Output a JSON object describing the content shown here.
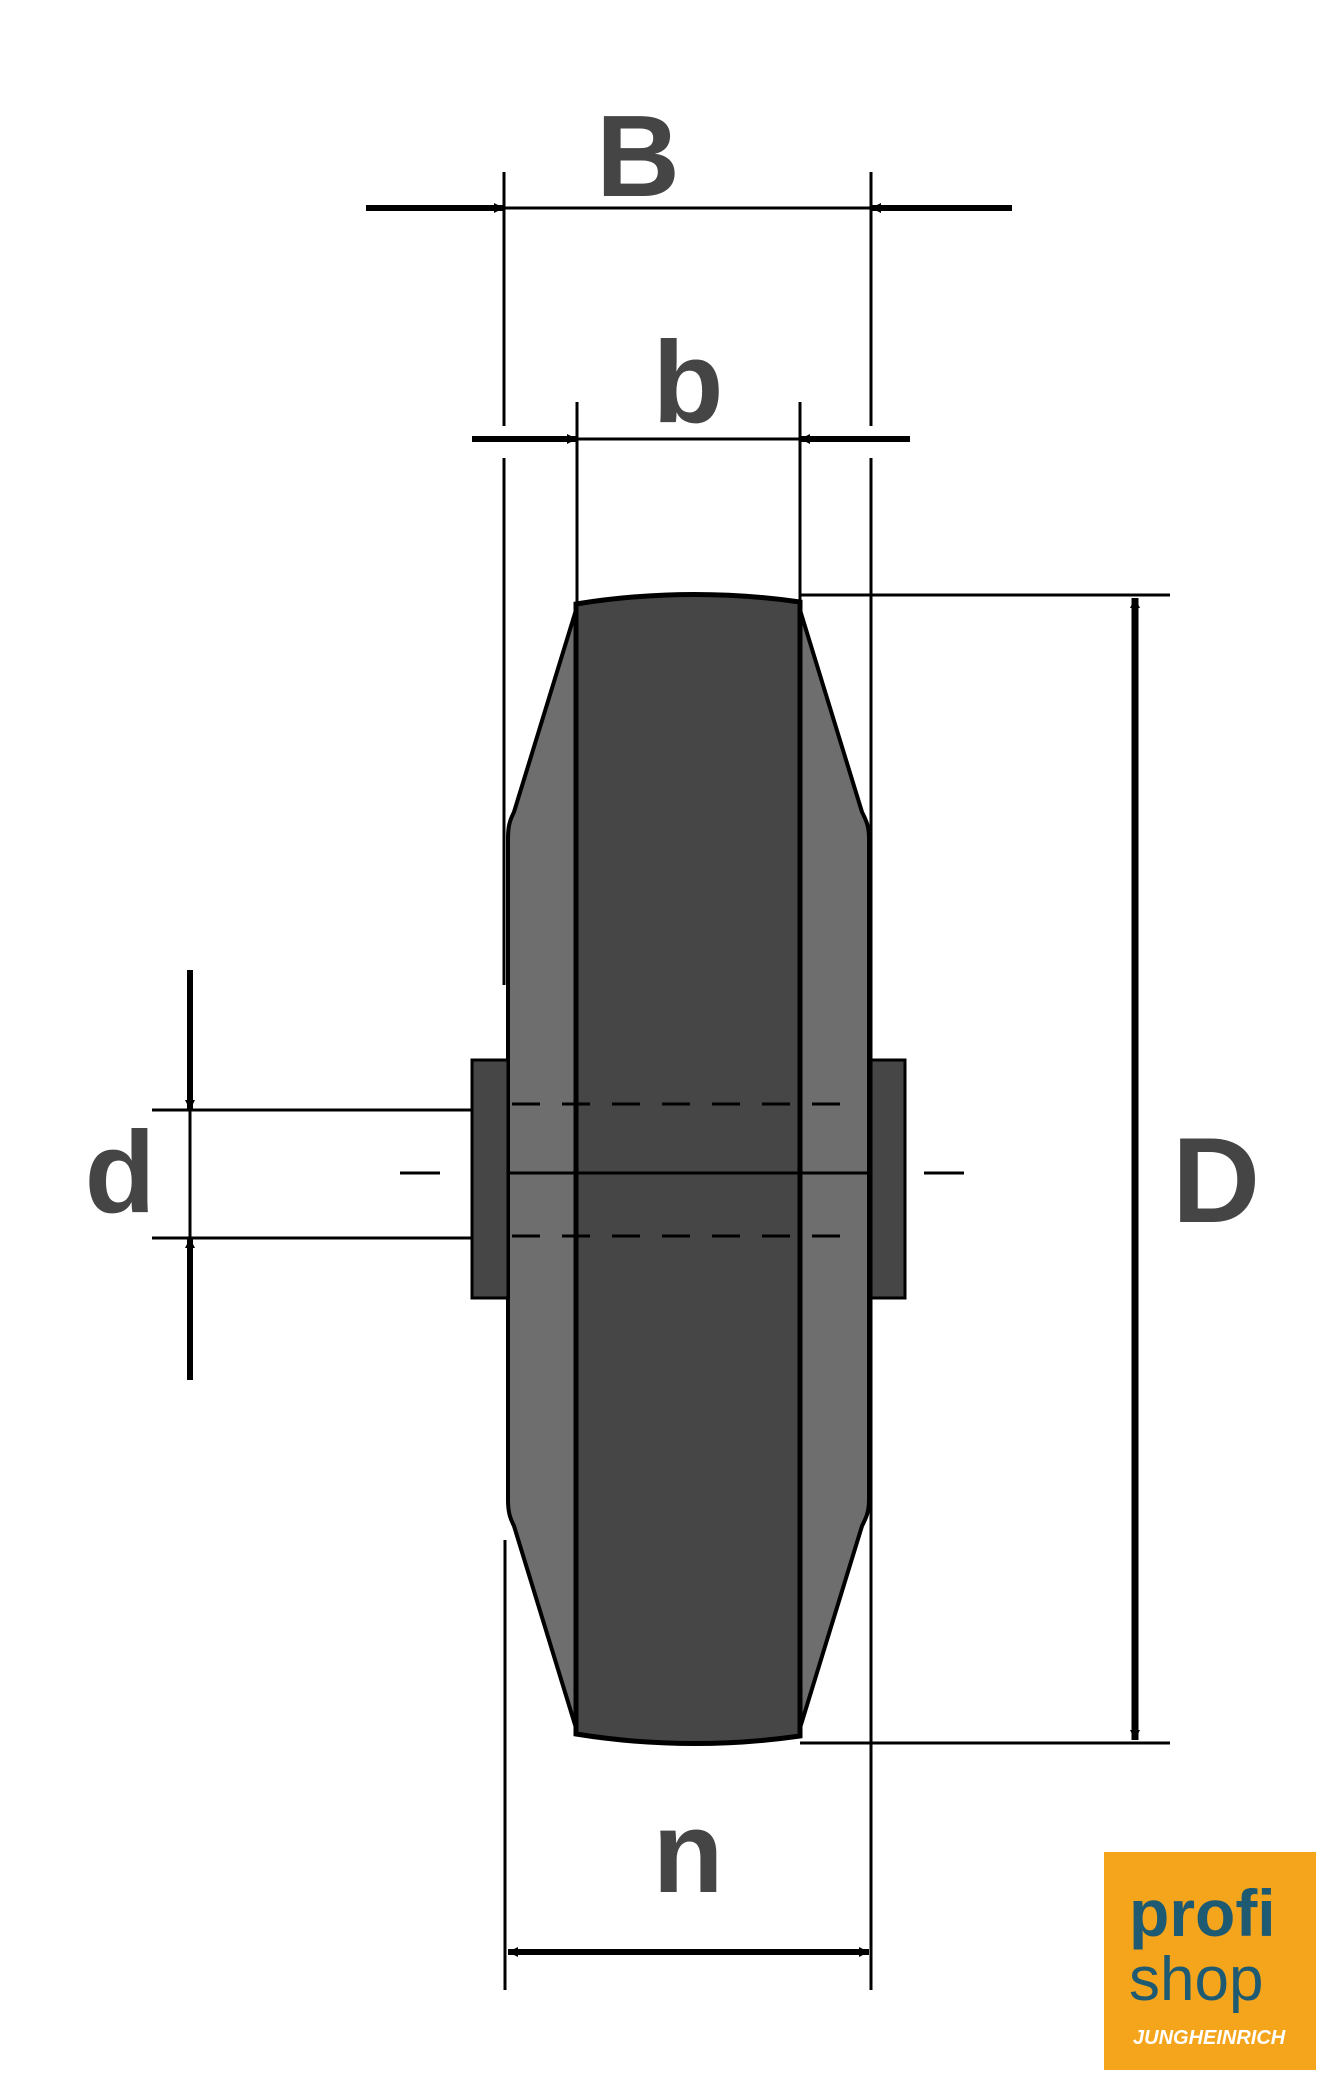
{
  "labels": {
    "B": "B",
    "b": "b",
    "d": "d",
    "D": "D",
    "n": "n"
  },
  "logo": {
    "line1": "profi",
    "line2": "shop",
    "brand": "JUNGHEINRICH"
  },
  "colors": {
    "tread": "#464646",
    "rim": "#6e6e6e",
    "hub": "#464646",
    "line": "#000000",
    "label": "#454545",
    "logo_bg": "#f5a51c",
    "logo_text": "#1f5a73",
    "logo_brand": "#ffffff"
  }
}
